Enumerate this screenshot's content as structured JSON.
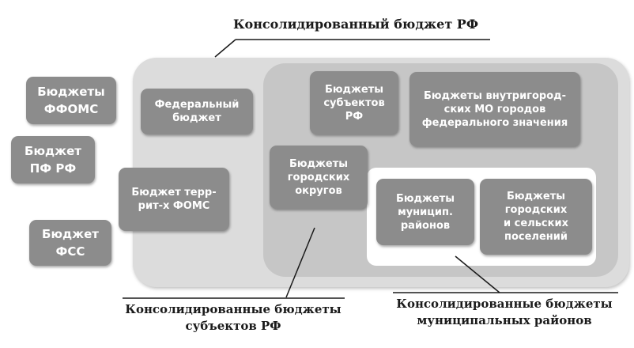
{
  "title": "Консолидированный бюджет РФ",
  "captions": {
    "subjects": "Консолидированные бюджеты\nсубъектов РФ",
    "municipal": "Консолидированные бюджеты\nмуниципальных районов"
  },
  "boxes": {
    "ffoms": "Бюджеты\nФФОМС",
    "pf": "Бюджет\nПФ РФ",
    "fss": "Бюджет\nФСС",
    "federal": "Федеральный\nбюджет",
    "territorial_foms": "Бюджет терр-\nрит-х  ФОМС",
    "subjects": "Бюджеты\nсубъектов\nРФ",
    "intracity": "Бюджеты внутригород-\nских МО городов\nфедерального значения",
    "city_districts": "Бюджеты\nгородских\nокругов",
    "municipal_districts": "Бюджеты\nмуницип.\nрайонов",
    "settlements": "Бюджеты\nгородских\nи сельских\nпоселений"
  },
  "colors": {
    "outer_container": "#dcdcdc",
    "subjects_container": "#c6c6c6",
    "municipal_container": "#ffffff",
    "box": "#8c8c8c",
    "box_text": "#ffffff"
  }
}
